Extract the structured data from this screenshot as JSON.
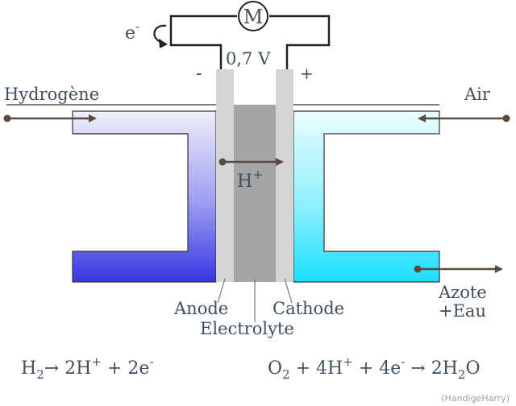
{
  "labels": {
    "electron_top": "e",
    "electron_top_sup": "-",
    "motor": "M",
    "voltage": "0,7 V",
    "terminal_minus": "-",
    "terminal_plus": "+",
    "hydrogen": "Hydrogène",
    "air": "Air",
    "proton": "H",
    "proton_sup": "+",
    "anode": "Anode",
    "electrolyte": "Electrolyte",
    "cathode": "Cathode",
    "output_line1": "Azote",
    "output_line2": "+Eau"
  },
  "equations": {
    "anode": {
      "h": "H",
      "h_sub": "2",
      "arrow": "→",
      "prod1": " 2H",
      "prod1_sup": "+",
      "plus": " + ",
      "prod2": "2e",
      "prod2_sup": "-"
    },
    "cathode": {
      "o": "O",
      "o_sub": "2",
      "plus1": " + ",
      "h": "4H",
      "h_sup": "+",
      "plus2": " + ",
      "e": "4e",
      "e_sup": "-",
      "arrow": " → ",
      "w": "2H",
      "w_sub": "2",
      "w_end": "O"
    }
  },
  "credit": "(HandigeHarry)",
  "colors": {
    "hydrogen_deep": "#3b3be6",
    "hydrogen_light": "#ebebfb",
    "air_deep": "#1ee0ff",
    "air_light": "#e6fbff",
    "electrode": "#d4d4d4",
    "electrolyte": "#a5a5a5",
    "wire": "#222222",
    "arrow": "#5a4a40",
    "text": "#3f4f5f"
  }
}
